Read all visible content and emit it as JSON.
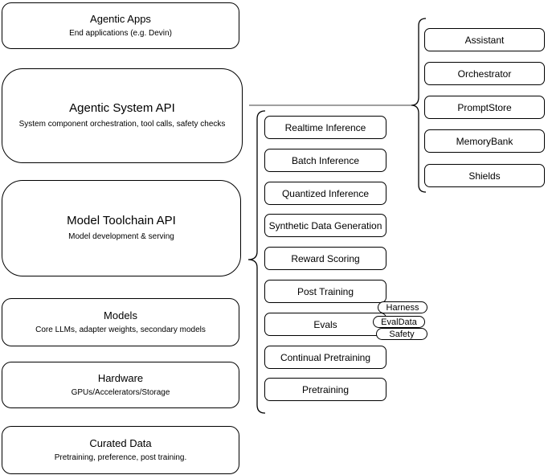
{
  "diagram": {
    "colors": {
      "border": "#000000",
      "connector": "#666666",
      "node_fill": "#ffffff",
      "text": "#000000"
    },
    "left_stack": [
      {
        "title": "Agentic Apps",
        "subtitle": "End applications (e.g. Devin)"
      },
      {
        "title": "Agentic System API",
        "subtitle": "System component orchestration, tool calls, safety checks"
      },
      {
        "title": "Model Toolchain API",
        "subtitle": "Model development & serving"
      },
      {
        "title": "Models",
        "subtitle": "Core LLMs, adapter weights, secondary models"
      },
      {
        "title": "Hardware",
        "subtitle": "GPUs/Accelerators/Storage"
      },
      {
        "title": "Curated Data",
        "subtitle": "Pretraining, preference, post training."
      }
    ],
    "toolchain_stack": [
      "Realtime Inference",
      "Batch Inference",
      "Quantized Inference",
      "Synthetic Data Generation",
      "Reward Scoring",
      "Post Training",
      "Evals",
      "Continual Pretraining",
      "Pretraining"
    ],
    "evals_pills": [
      "Harness",
      "EvalData",
      "Safety"
    ],
    "system_stack": [
      "Assistant",
      "Orchestrator",
      "PromptStore",
      "MemoryBank",
      "Shields"
    ]
  }
}
